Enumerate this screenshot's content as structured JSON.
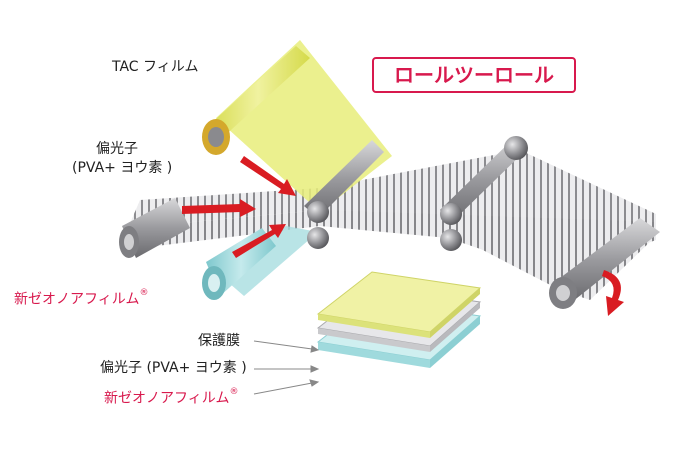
{
  "title": "ロールツーロール",
  "labels": {
    "tac_film": "TAC フィルム",
    "polarizer_line1": "偏光子",
    "polarizer_line2": "(PVA+ ヨウ素 )",
    "zeonor_top": "新ゼオノアフィルム",
    "protective_film": "保護膜",
    "polarizer_legend": "偏光子 (PVA+ ヨウ素 )",
    "zeonor_bottom": "新ゼオノアフィルム",
    "registered_mark": "®"
  },
  "colors": {
    "accent": "#d8194d",
    "tac_yellow": "#e8ed7a",
    "zeonor_cyan": "#a7dde0",
    "polarizer_gray": "#c9c9cc",
    "roller_gray": "#9a9a9e",
    "arrow_red": "#d91c22"
  }
}
